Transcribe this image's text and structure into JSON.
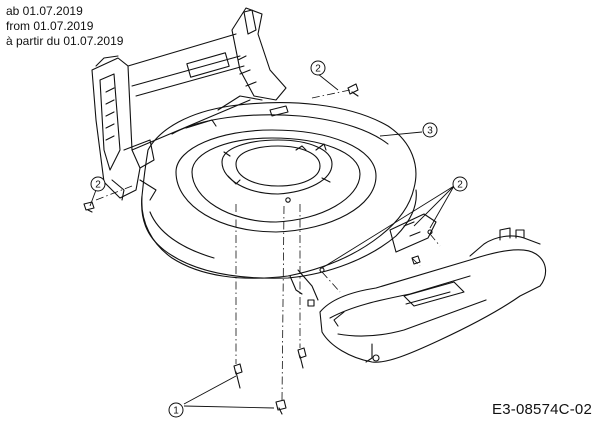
{
  "header": {
    "line_de": "ab 01.07.2019",
    "line_en": "from 01.07.2019",
    "line_fr": "à partir du 01.07.2019"
  },
  "doc_code": "E3-08574C-02",
  "callouts": [
    {
      "label": "1",
      "part": "bolt"
    },
    {
      "label": "2",
      "part": "screw"
    },
    {
      "label": "3",
      "part": "mower deck"
    }
  ],
  "colors": {
    "line": "#111111",
    "background": "#ffffff"
  }
}
